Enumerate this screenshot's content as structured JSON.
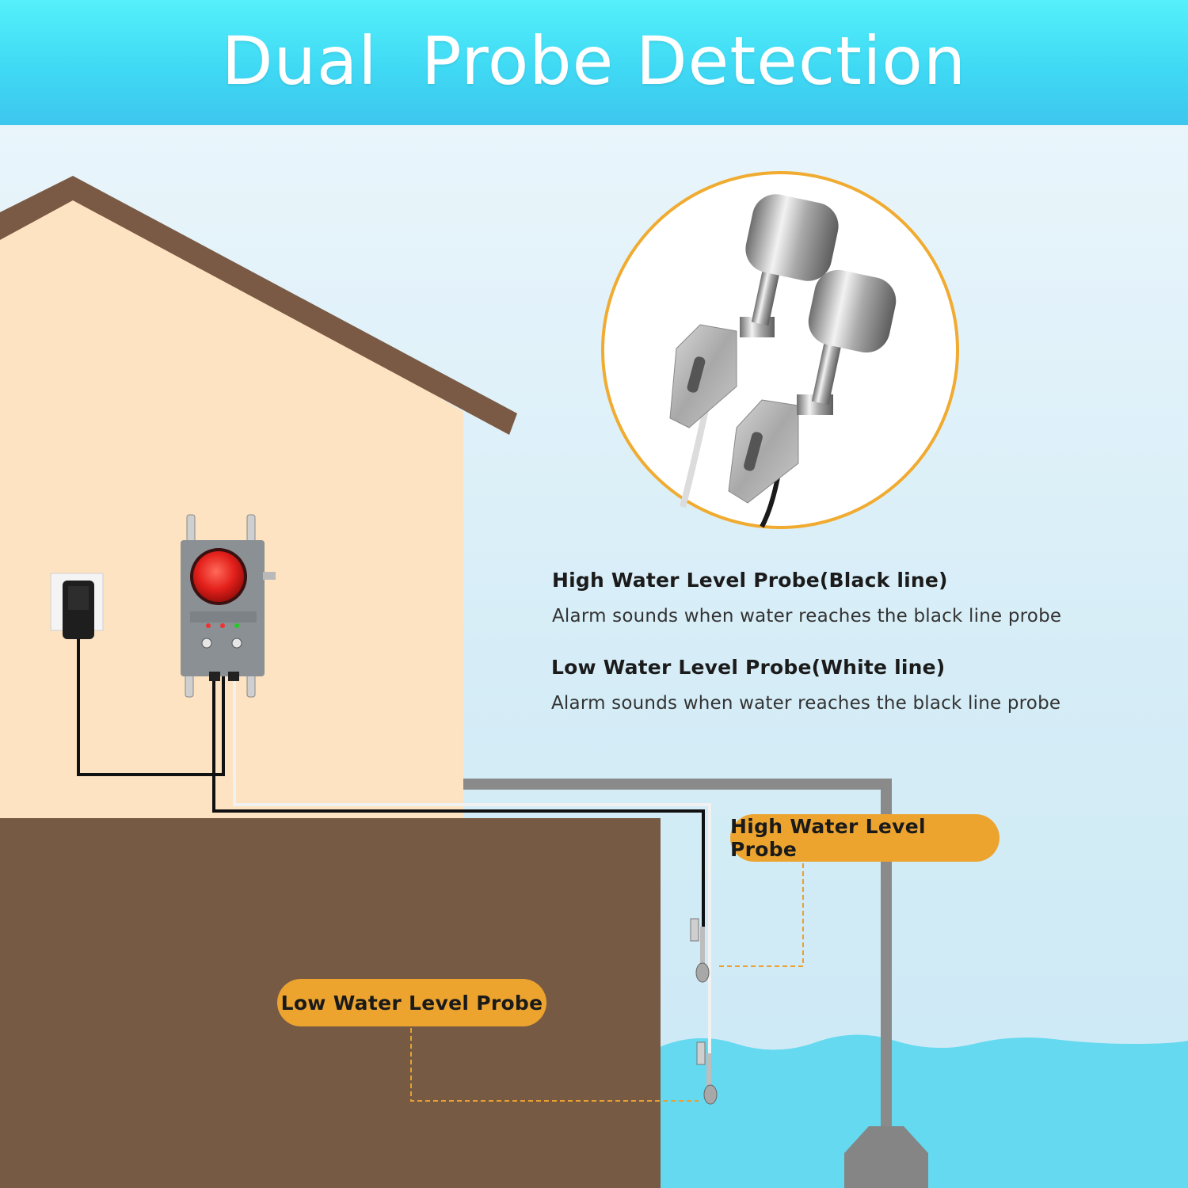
{
  "banner": {
    "title": "Dual  Probe Detection"
  },
  "high_probe_info": {
    "title": "High Water Level Probe(Black line)",
    "desc": "Alarm sounds when water reaches the black line probe"
  },
  "low_probe_info": {
    "title": "Low Water Level Probe(White line)",
    "desc": "Alarm sounds when water reaches the black line probe"
  },
  "callouts": {
    "high": "High Water Level Probe",
    "low": "Low Water Level Probe"
  },
  "colors": {
    "banner": "#46dcf5",
    "sky": "#dbeef7",
    "house_wall": "#fde3c1",
    "roof": "#7a5a44",
    "ground": "#775a44",
    "water": "#64d9ef",
    "callout": "#eca42f",
    "pipe": "#8a8a8a"
  }
}
